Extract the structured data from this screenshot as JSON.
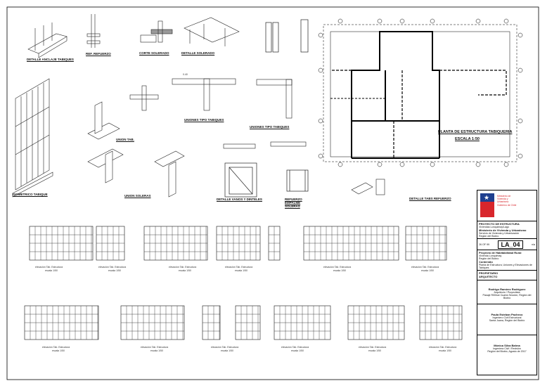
{
  "plan": {
    "title": "PLANTA DE ESTRUCTURA TABIQUERIA",
    "scale": "ESCALA 1:50"
  },
  "details": {
    "anclaje": "DETALLE ANCLAJE TABIQUES",
    "refuerzo": "REF. REFUERZO",
    "corte_solerado": "CORTE SOLERADO",
    "detalle_solerado": "DETALLE SOLERADO",
    "isometrico": "ISOMETRICO TABIQUE",
    "union_tab": "UNION TAB.",
    "union_solerade": "UNION SOLERAS",
    "uniones_tipo_1": "UNIONES TIPO TABIQUES",
    "uniones_tipo_2": "UNIONES TIPO TABIQUES",
    "vanos": "DETALLE VANOS Y DINTELES",
    "refuerzo_empalme": "REFUERZO EMPALME SOLERAS",
    "tabs_refuerzo": "DETALLE TABS REFUERZO",
    "dim_040": "0.40"
  },
  "elevation_label": "elevación Tab. Estructura",
  "elevation_scale": "escala 1/50",
  "titleblock": {
    "org_line1": "Ministerio de",
    "org_line2": "Vivienda y",
    "org_line3": "Urbanismo",
    "org_line4": "Gobierno de Chile",
    "project_label": "PROYECTO DE ESTRUCTURA",
    "location": "Viviendas Lonquimay/Lago",
    "ministry": "Ministerio de Vivienda y Urbanismo",
    "service": "Servicio de Vivienda y Urbanización",
    "region": "Región del Biobío",
    "sheet_date": "26 OF 99",
    "sheet_number": "LA_04",
    "sheet_total": "n/a",
    "content_title": "Proyecto de Habitabilidad Rural",
    "content_sub1": "Vivienda Lonquimay",
    "content_sub2": "Región del Biobío",
    "contents_label": "Contenido",
    "contents": "Planta de Estructura, Uniones y Elevaciones de Tabiques",
    "owner_label": "PROPIETARIO",
    "arch_label": "ARQUITECTO",
    "arq1_name": "Rodrigo Ramírez Rodríguez",
    "arq1_role": "Arquitecto / Proyectista",
    "arq1_addr": "Pasaje Riñihue Cuarta Sección, Región del Biobío",
    "eng_name": "Paula Esteban Pacheco",
    "eng_role": "Ingeniero Civil Estructural",
    "eng_addr": "Santa Juana, Región del Biobío",
    "rev_name": "Mónica Silva Bahna",
    "rev_role": "Ingeniera Civil / Revisión",
    "rev_addr": "Región del Biobío, Agosto de 2017"
  }
}
